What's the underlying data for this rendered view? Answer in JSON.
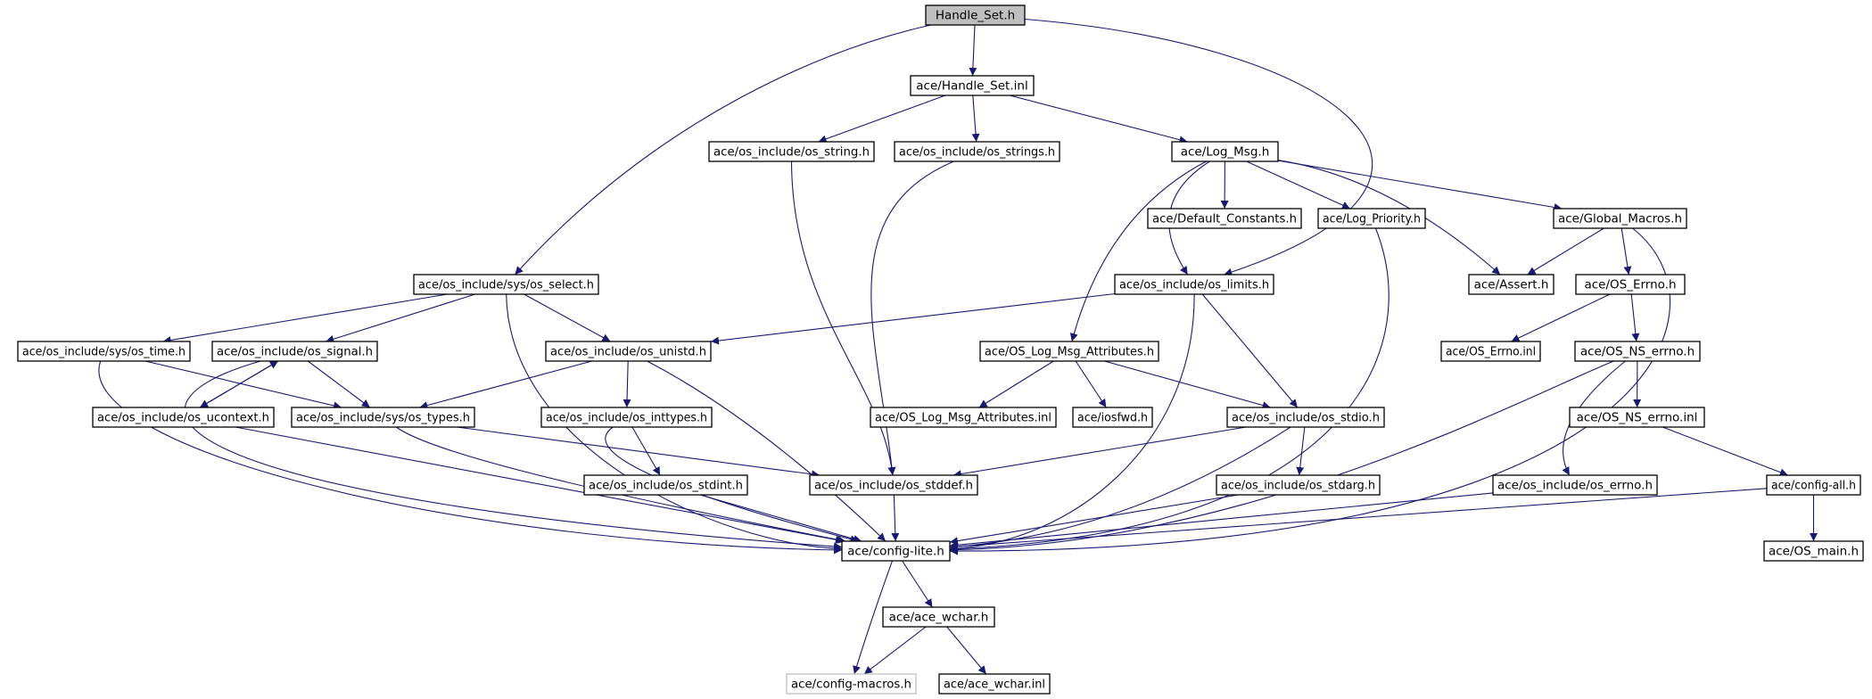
{
  "graph": {
    "root": "Handle_Set.h",
    "edge_color": "#191970",
    "nodes": [
      {
        "id": "handle_set_h",
        "label": "Handle_Set.h",
        "kind": "root"
      },
      {
        "id": "handle_set_inl",
        "label": "ace/Handle_Set.inl"
      },
      {
        "id": "os_string",
        "label": "ace/os_include/os_string.h"
      },
      {
        "id": "os_strings",
        "label": "ace/os_include/os_strings.h"
      },
      {
        "id": "log_msg",
        "label": "ace/Log_Msg.h"
      },
      {
        "id": "default_constants",
        "label": "ace/Default_Constants.h"
      },
      {
        "id": "log_priority",
        "label": "ace/Log_Priority.h"
      },
      {
        "id": "global_macros",
        "label": "ace/Global_Macros.h"
      },
      {
        "id": "sys_select",
        "label": "ace/os_include/sys/os_select.h"
      },
      {
        "id": "os_limits",
        "label": "ace/os_include/os_limits.h"
      },
      {
        "id": "assert",
        "label": "ace/Assert.h"
      },
      {
        "id": "os_errno_h",
        "label": "ace/OS_Errno.h"
      },
      {
        "id": "sys_time",
        "label": "ace/os_include/sys/os_time.h"
      },
      {
        "id": "os_signal",
        "label": "ace/os_include/os_signal.h"
      },
      {
        "id": "os_unistd",
        "label": "ace/os_include/os_unistd.h"
      },
      {
        "id": "log_msg_attr",
        "label": "ace/OS_Log_Msg_Attributes.h"
      },
      {
        "id": "os_errno_inl",
        "label": "ace/OS_Errno.inl"
      },
      {
        "id": "ns_errno_h",
        "label": "ace/OS_NS_errno.h"
      },
      {
        "id": "os_ucontext",
        "label": "ace/os_include/os_ucontext.h"
      },
      {
        "id": "sys_types",
        "label": "ace/os_include/sys/os_types.h"
      },
      {
        "id": "os_inttypes",
        "label": "ace/os_include/os_inttypes.h"
      },
      {
        "id": "log_msg_attr_inl",
        "label": "ace/OS_Log_Msg_Attributes.inl"
      },
      {
        "id": "iosfwd",
        "label": "ace/iosfwd.h"
      },
      {
        "id": "os_stdio",
        "label": "ace/os_include/os_stdio.h"
      },
      {
        "id": "ns_errno_inl",
        "label": "ace/OS_NS_errno.inl"
      },
      {
        "id": "os_stdint",
        "label": "ace/os_include/os_stdint.h"
      },
      {
        "id": "os_stddef",
        "label": "ace/os_include/os_stddef.h"
      },
      {
        "id": "os_stdarg",
        "label": "ace/os_include/os_stdarg.h"
      },
      {
        "id": "os_errno_os",
        "label": "ace/os_include/os_errno.h"
      },
      {
        "id": "config_all",
        "label": "ace/config-all.h"
      },
      {
        "id": "config_lite",
        "label": "ace/config-lite.h"
      },
      {
        "id": "os_main",
        "label": "ace/OS_main.h"
      },
      {
        "id": "ace_wchar_h",
        "label": "ace/ace_wchar.h"
      },
      {
        "id": "config_macros",
        "label": "ace/config-macros.h",
        "kind": "ghost"
      },
      {
        "id": "ace_wchar_inl",
        "label": "ace/ace_wchar.inl"
      }
    ]
  }
}
